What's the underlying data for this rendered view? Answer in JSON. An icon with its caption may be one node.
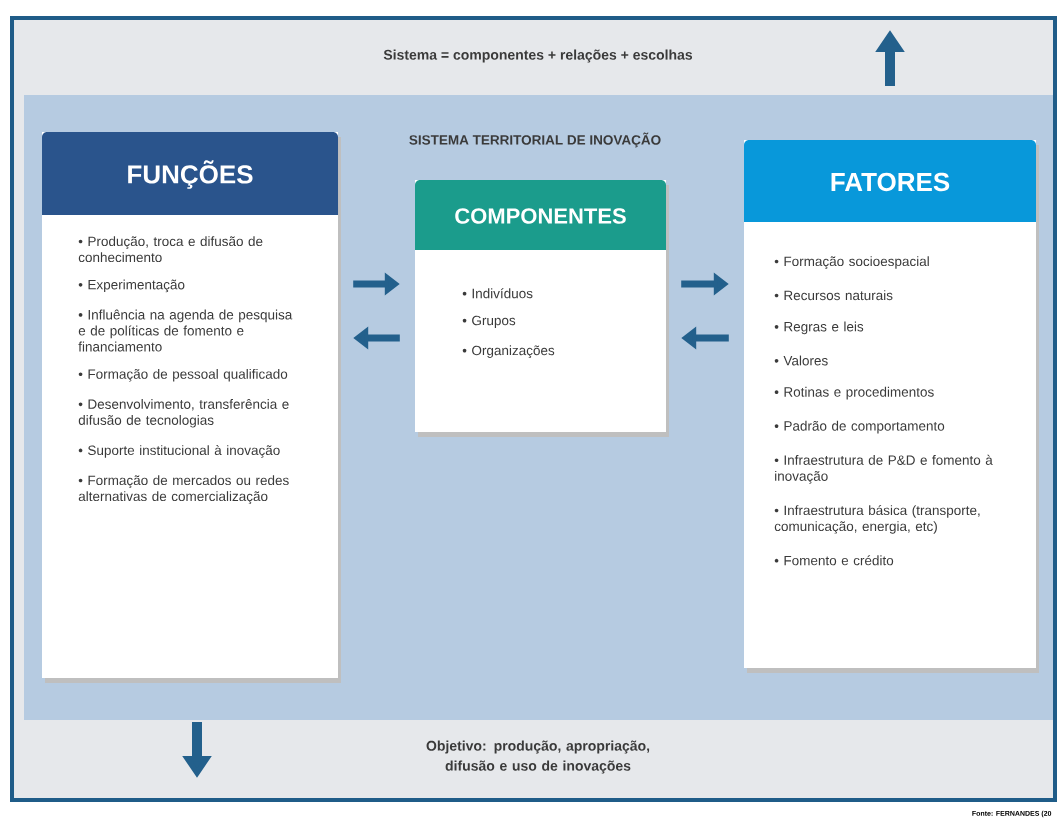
{
  "diagram": {
    "nodes": [
      {
        "text": [
          "Sistema = componentes + relações + escolhas",
          "Objetivo: produção, apropriação, difusão e uso de inovações"
        ]
      },
      {
        "text": [
          "SISTEMA TERRITORIAL DE INOVAÇÃO"
        ],
        "in": 0
      },
      {
        "text": [
          "FUNÇÕES",
          "• Produção, troca e difusão de conhecimento",
          "• Experimentação",
          "• Influência na agenda de pesquisa e de políticas de fomento e financiamento",
          "• Formação de pessoal qualificado",
          "• Desenvolvimento, transferência e difusão de tecnologias",
          "• Suporte institucional à inovação",
          "• Formação de mercados ou redes alternativas de comercialização"
        ],
        "in": 1
      },
      {
        "text": [
          "COMPONENTES",
          "• Indivíduos",
          "• Grupos",
          "• Organizações"
        ],
        "in": 1
      },
      {
        "text": [
          "FATORES",
          "• Formação socioespacial",
          "• Recursos naturais",
          "• Regras e leis",
          "• Valores",
          "• Rotinas e procedimentos",
          "• Padrão de comportamento",
          "• Infraestrutura de P&D e fomento à inovação",
          "• Infraestrutura básica (transporte, comunicação, energia, etc)",
          "• Fomento e crédito"
        ],
        "in": 1
      }
    ],
    "edges": [
      {
        "from": 2,
        "to": 3,
        "arrow": "to"
      },
      {
        "from": 3,
        "to": 2,
        "arrow": "to"
      },
      {
        "from": 3,
        "to": 4,
        "arrow": "to"
      },
      {
        "from": 4,
        "to": 3,
        "arrow": "to"
      }
    ],
    "labels": [
      "Fonte: FERNANDES (20"
    ]
  }
}
